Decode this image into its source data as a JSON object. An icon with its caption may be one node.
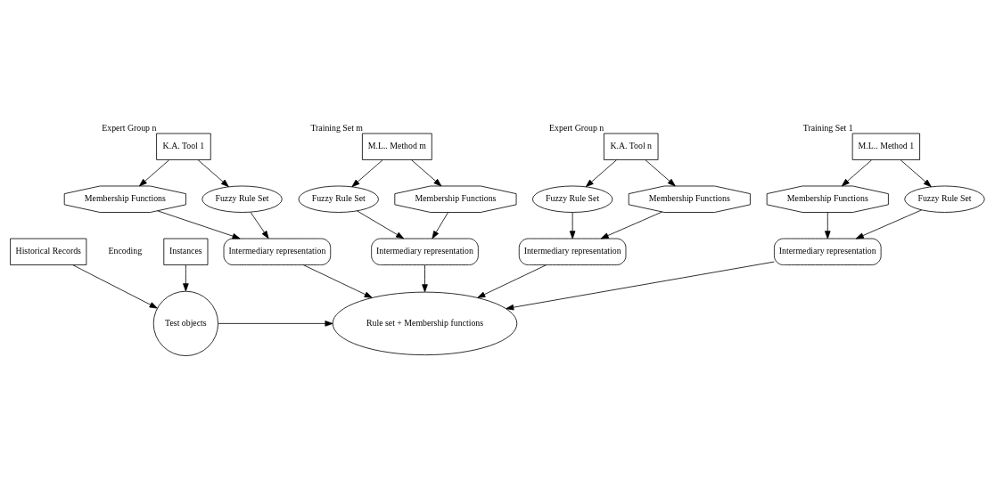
{
  "diagram": {
    "nodes": [
      {
        "text": [
          "K.A. Tool 1"
        ],
        "beside": [
          "Expert Group n"
        ]
      },
      {
        "text": [
          "K.A. Tool n"
        ],
        "beside": [
          "Expert Group n"
        ]
      },
      {
        "text": [
          "M.L.. Method 1"
        ],
        "beside": [
          "Training Set 1"
        ]
      },
      {
        "text": [
          "M.L.. Method m"
        ],
        "beside": [
          "Training Set m"
        ]
      },
      {
        "text": [
          "Fuzzy Rule Set"
        ]
      },
      {
        "text": [
          "Membership Functions"
        ]
      },
      {
        "text": [
          "Fuzzy Rule Set"
        ]
      },
      {
        "text": [
          "Membership Functions"
        ]
      },
      {
        "text": [
          "Membership Functions"
        ]
      },
      {
        "text": [
          "Fuzzy Rule Set"
        ]
      },
      {
        "text": [
          "Membership Functions"
        ]
      },
      {
        "text": [
          "Fuzzy Rule Set"
        ]
      },
      {
        "text": [
          "Intermediary representation"
        ]
      },
      {
        "text": [
          "Intermediary representation"
        ]
      },
      {
        "text": [
          "Intermediary representation"
        ]
      },
      {
        "text": [
          "Intermediary representation"
        ]
      },
      {
        "text": [
          "Rule set + Membership functions"
        ]
      },
      {
        "text": [
          "Test objects"
        ]
      },
      {
        "text": [
          "Historical Records"
        ]
      },
      {
        "text": [
          "Instances"
        ]
      }
    ],
    "edges": [
      {
        "from": 0,
        "to": 4,
        "arrow": "to"
      },
      {
        "from": 0,
        "to": 5,
        "arrow": "to"
      },
      {
        "from": 1,
        "to": 6,
        "arrow": "to"
      },
      {
        "from": 1,
        "to": 7,
        "arrow": "to"
      },
      {
        "from": 2,
        "to": 8,
        "arrow": "to"
      },
      {
        "from": 2,
        "to": 9,
        "arrow": "to"
      },
      {
        "from": 3,
        "to": 10,
        "arrow": "to"
      },
      {
        "from": 3,
        "to": 11,
        "arrow": "to"
      },
      {
        "from": 4,
        "to": 12,
        "arrow": "to"
      },
      {
        "from": 5,
        "to": 12,
        "arrow": "to"
      },
      {
        "from": 6,
        "to": 13,
        "arrow": "to"
      },
      {
        "from": 7,
        "to": 13,
        "arrow": "to"
      },
      {
        "from": 8,
        "to": 14,
        "arrow": "to"
      },
      {
        "from": 9,
        "to": 14,
        "arrow": "to"
      },
      {
        "from": 10,
        "to": 15,
        "arrow": "to"
      },
      {
        "from": 11,
        "to": 15,
        "arrow": "to"
      },
      {
        "from": 12,
        "to": 16,
        "arrow": "to"
      },
      {
        "from": 13,
        "to": 16,
        "arrow": "to"
      },
      {
        "from": 14,
        "to": 16,
        "arrow": "to"
      },
      {
        "from": 15,
        "to": 16,
        "arrow": "to"
      },
      {
        "from": 18,
        "to": 17,
        "arrow": "to"
      },
      {
        "from": 19,
        "to": 17,
        "arrow": "to"
      },
      {
        "from": 17,
        "to": 16,
        "arrow": "to"
      }
    ],
    "labels": [
      "Encoding"
    ]
  }
}
